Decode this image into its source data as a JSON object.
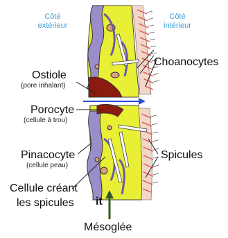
{
  "sides": {
    "outer": [
      "Côté",
      "extérieur"
    ],
    "inner": [
      "Côté",
      "intérieur"
    ]
  },
  "labels": {
    "choanocytes": "Choanocytes",
    "ostiole": "Ostiole",
    "ostiole_note": "(pore inhalant)",
    "porocyte": "Porocyte",
    "porocyte_note": "(cellule à trou)",
    "pinacocyte": "Pinacocyte",
    "pinacocyte_note": "(cellule peau)",
    "spicules": "Spicules",
    "cellule_spicules_1": "Cellule créant",
    "cellule_spicules_2": "les spicules",
    "mesoglee": "Mésoglée",
    "stray": "it"
  },
  "colors": {
    "mesoglea": "#e8ef34",
    "pinacocyte": "#9b8ec8",
    "porocyte": "#8b1a10",
    "choanocyte_collar": "#d9534f",
    "flow_arrow": "#2a4bd7",
    "side_text": "#3a9fd6"
  }
}
